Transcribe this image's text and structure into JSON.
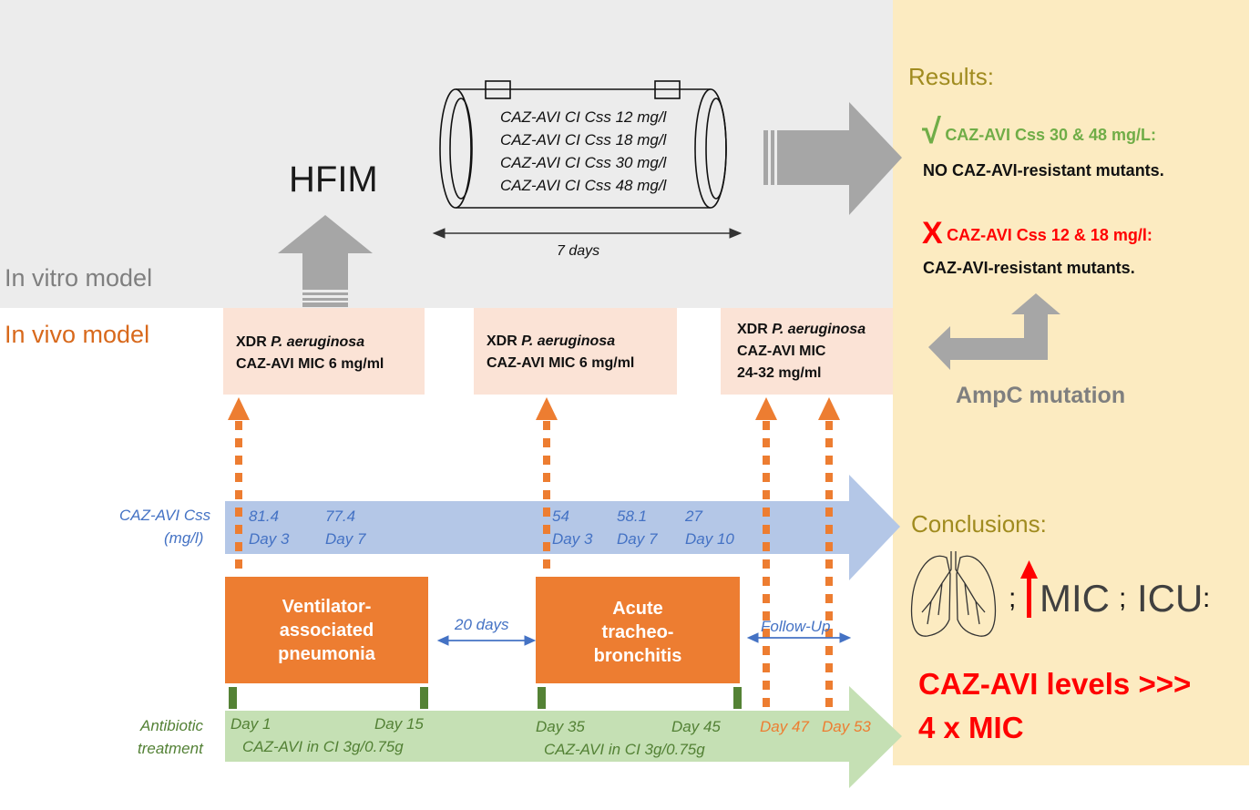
{
  "labels": {
    "in_vitro": "In vitro model",
    "in_vivo": "In vivo model",
    "hfim": "HFIM",
    "tube_lines": [
      "CAZ-AVI CI Css 12 mg/l",
      "CAZ-AVI CI Css 18 mg/l",
      "CAZ-AVI CI Css 30 mg/l",
      "CAZ-AVI CI Css 48 mg/l"
    ],
    "duration": "7 days"
  },
  "isolates": [
    {
      "line1_prefix": "XDR ",
      "line1_species": "P. aeruginosa",
      "line2": "CAZ-AVI MIC 6 mg/ml",
      "line3": ""
    },
    {
      "line1_prefix": "XDR ",
      "line1_species": "P. aeruginosa",
      "line2": "CAZ-AVI MIC 6 mg/ml",
      "line3": ""
    },
    {
      "line1_prefix": "XDR ",
      "line1_species": "P. aeruginosa",
      "line2": "CAZ-AVI MIC",
      "line3": "24-32 mg/ml"
    }
  ],
  "css_arrow": {
    "label_1": "CAZ-AVI Css",
    "label_2": "(mg/l)",
    "points": [
      {
        "value": "81.4",
        "day": "Day 3"
      },
      {
        "value": "77.4",
        "day": "Day 7"
      },
      {
        "value": "54",
        "day": "Day 3"
      },
      {
        "value": "58.1",
        "day": "Day 7"
      },
      {
        "value": "27",
        "day": "Day 10"
      }
    ]
  },
  "episodes": [
    {
      "label": "Ventilator-\nassociated\npneumonia"
    },
    {
      "label": "Acute\ntracheo-\nbronchitis"
    }
  ],
  "interval_1": "20 days",
  "interval_2": "Follow-Up",
  "treatment": {
    "label_1": "Antibiotic",
    "label_2": "treatment",
    "day_1": "Day 1",
    "day_15": "Day 15",
    "day_35": "Day 35",
    "day_45": "Day 45",
    "day_47": "Day 47",
    "day_53": "Day 53",
    "regimen_1": "CAZ-AVI in CI 3g/0.75g",
    "regimen_2": "CAZ-AVI in CI 3g/0.75g"
  },
  "results": {
    "title": "Results:",
    "check_mark": "√",
    "good_header": "CAZ-AVI Css 30 & 48 mg/L:",
    "good_text": "NO CAZ-AVI-resistant mutants.",
    "x_mark": "X",
    "bad_header": "CAZ-AVI Css 12 & 18 mg/l:",
    "bad_text": "CAZ-AVI-resistant mutants.",
    "mechanism": "AmpC mutation"
  },
  "conclusions": {
    "title": "Conclusions:",
    "sep1": ";",
    "mic": "MIC",
    "sep2": ";",
    "icu": "ICU",
    "sep3": ":",
    "line1": "CAZ-AVI  levels  >>>",
    "line2": "4 x MIC"
  },
  "colors": {
    "gray_panel": "#ececec",
    "yellow_panel": "#fcebc1",
    "orange": "#ed7d31",
    "blue_arrow": "#b4c7e7",
    "green_arrow": "#c5e0b4",
    "isolate_box": "#fbe3d6"
  }
}
